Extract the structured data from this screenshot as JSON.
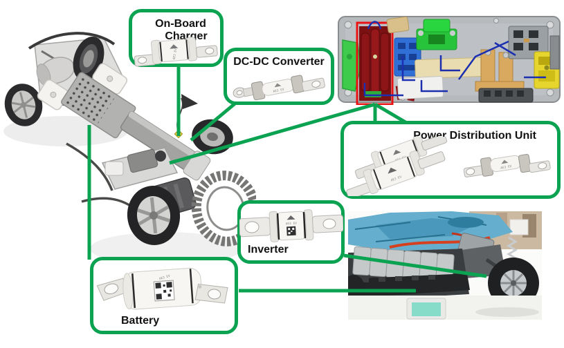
{
  "colors": {
    "callout_green": "#0ba351",
    "highlight_red": "#ea1212",
    "label_black": "#121212"
  },
  "callouts": {
    "on_board_charger": {
      "line1": "On-Board",
      "line2": "Charger"
    },
    "dc_dc_converter": {
      "label": "DC-DC Converter"
    },
    "power_distribution_unit": {
      "label": "Power Distribution Unit"
    },
    "inverter": {
      "label": "Inverter"
    },
    "battery": {
      "label": "Battery"
    }
  },
  "fuse": {
    "marking": "AE3 EV"
  }
}
